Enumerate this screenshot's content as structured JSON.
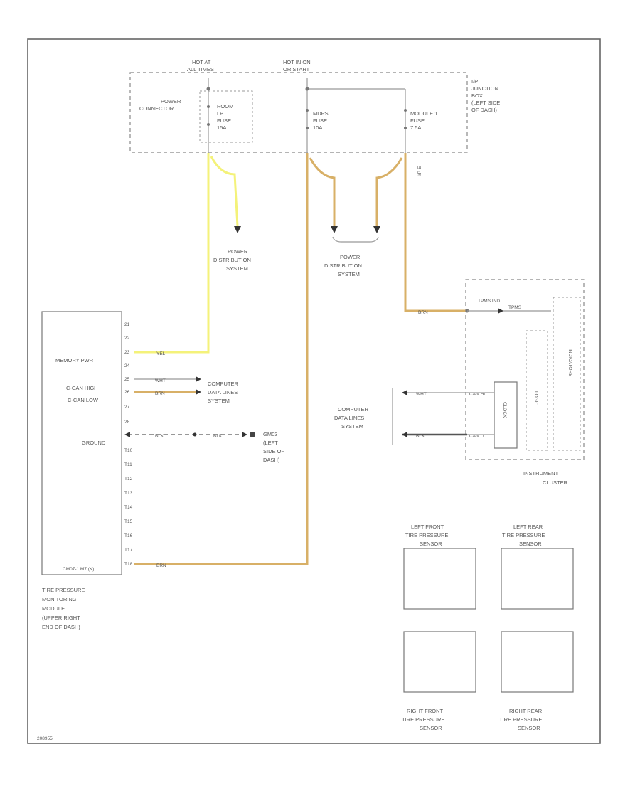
{
  "diagram": {
    "hot_at_all_times": [
      "HOT AT",
      "ALL TIMES"
    ],
    "hot_in_on": [
      "HOT IN ON",
      "OR START"
    ],
    "power_connector": [
      "POWER",
      "CONNECTOR"
    ],
    "fuses": [
      [
        "ROOM",
        "LP",
        "FUSE",
        "15A"
      ],
      [
        "MDPS",
        "FUSE",
        "10A"
      ],
      [
        "MODULE 1",
        "FUSE",
        "7.5A"
      ]
    ],
    "junction_box": [
      "I/P",
      "JUNCTION",
      "BOX",
      "(LEFT SIDE",
      "OF DASH)"
    ],
    "ip_label": "I/P-E",
    "power_dist": [
      "POWER",
      "DISTRIBUTION",
      "SYSTEM"
    ],
    "computer_data_lines": [
      "COMPUTER",
      "DATA LINES",
      "SYSTEM"
    ],
    "ground_location": [
      "GM03",
      "(LEFT",
      "SIDE OF",
      "DASH)"
    ],
    "module_lines": {
      "memory_pwr": "MEMORY PWR",
      "c_can_high": "C-CAN HIGH",
      "c_can_low": "C-CAN LOW",
      "ground": "GROUND",
      "connector": "CM07-1 M7 (K)"
    },
    "module_pins": [
      "21",
      "22",
      "23",
      "24",
      "25",
      "26",
      "27",
      "28",
      "T10",
      "T11",
      "T12",
      "T13",
      "T14",
      "T15",
      "T16",
      "T17",
      "T18"
    ],
    "module_name": [
      "TIRE PRESSURE",
      "MONITORING",
      "MODULE",
      "(UPPER RIGHT",
      "END OF DASH)"
    ],
    "wire_colors": {
      "yel": "YEL",
      "brn": "BRN",
      "wht": "WHT",
      "blk": "BLK"
    },
    "cluster": {
      "tpms_ind": "TPMS IND",
      "tpms_small": "TPMS",
      "can_hi": "CAN HI",
      "can_lo": "CAN LO",
      "cpu": "CLOCK",
      "logic": "LOGIC",
      "indicators": "INDICATORS",
      "name": [
        "INSTRUMENT",
        "CLUSTER"
      ]
    },
    "sensors": {
      "left_front": [
        "LEFT FRONT",
        "TIRE PRESSURE",
        "SENSOR"
      ],
      "left_rear": [
        "LEFT REAR",
        "TIRE PRESSURE",
        "SENSOR"
      ],
      "right_front": [
        "RIGHT FRONT",
        "TIRE PRESSURE",
        "SENSOR"
      ],
      "right_rear": [
        "RIGHT REAR",
        "TIRE PRESSURE",
        "SENSOR"
      ]
    },
    "footer_code": "208955"
  },
  "colors": {
    "wire_yellow": "#f4f27a",
    "wire_brown": "#d8b067",
    "line_gray": "#777777"
  }
}
